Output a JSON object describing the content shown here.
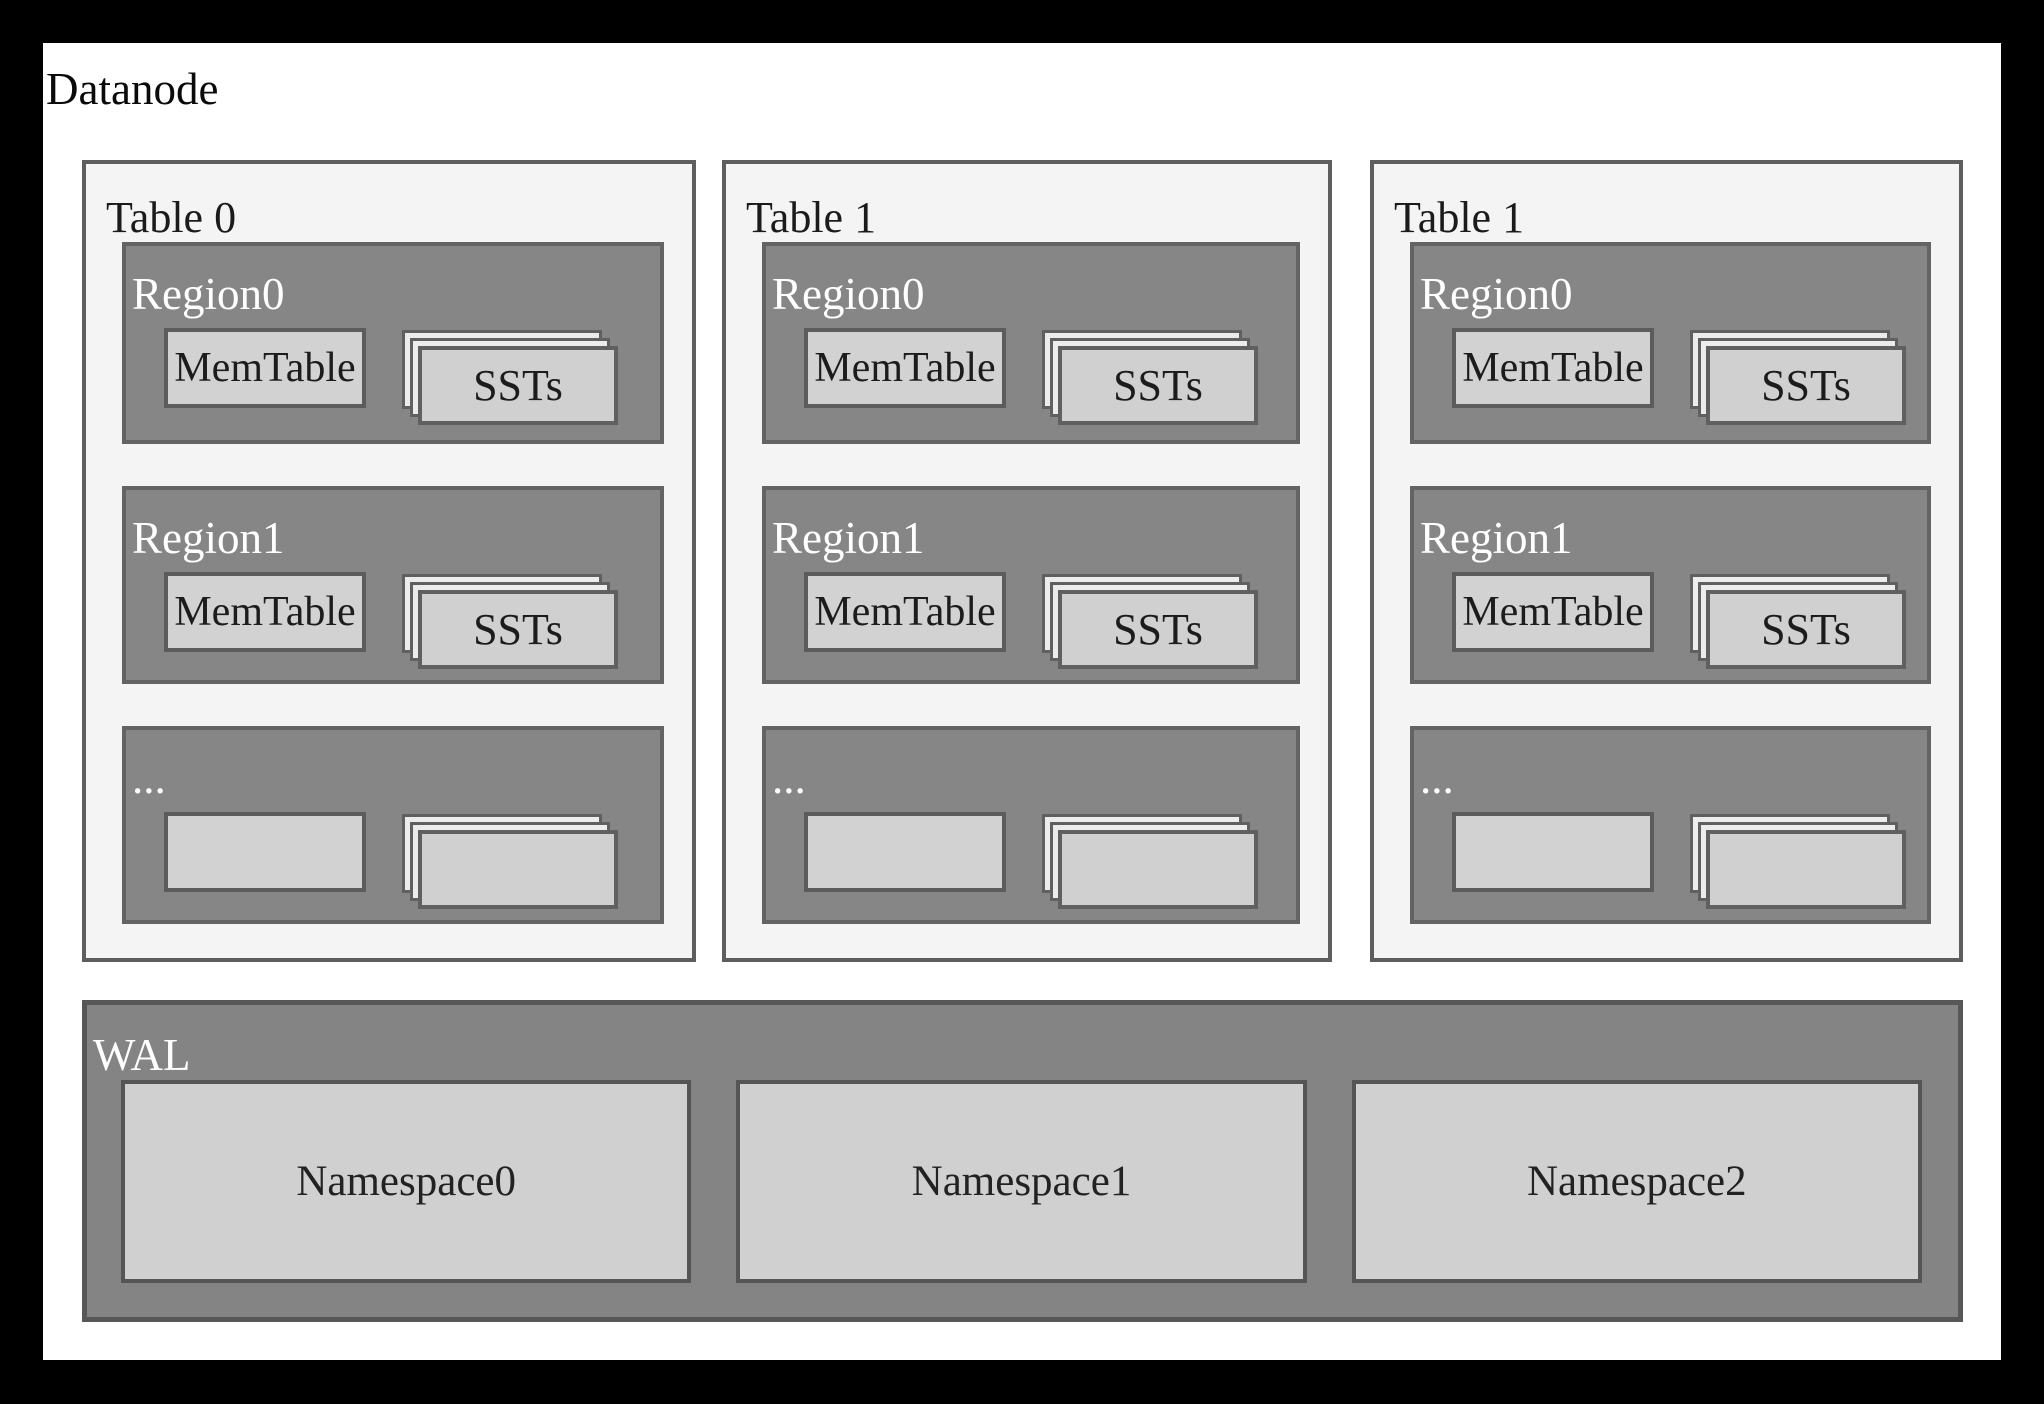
{
  "title": "Datanode",
  "tables": [
    {
      "label": "Table 0",
      "regions": [
        {
          "label": "Region0",
          "memtable_label": "MemTable",
          "ssts_label": "SSTs"
        },
        {
          "label": "Region1",
          "memtable_label": "MemTable",
          "ssts_label": "SSTs"
        },
        {
          "label": "...",
          "memtable_label": "",
          "ssts_label": ""
        }
      ]
    },
    {
      "label": "Table 1",
      "regions": [
        {
          "label": "Region0",
          "memtable_label": "MemTable",
          "ssts_label": "SSTs"
        },
        {
          "label": "Region1",
          "memtable_label": "MemTable",
          "ssts_label": "SSTs"
        },
        {
          "label": "...",
          "memtable_label": "",
          "ssts_label": ""
        }
      ]
    },
    {
      "label": "Table 1",
      "regions": [
        {
          "label": "Region0",
          "memtable_label": "MemTable",
          "ssts_label": "SSTs"
        },
        {
          "label": "Region1",
          "memtable_label": "MemTable",
          "ssts_label": "SSTs"
        },
        {
          "label": "...",
          "memtable_label": "",
          "ssts_label": ""
        }
      ]
    }
  ],
  "wal": {
    "label": "WAL",
    "namespaces": [
      {
        "label": "Namespace0"
      },
      {
        "label": "Namespace1"
      },
      {
        "label": "Namespace2"
      }
    ]
  },
  "colors": {
    "frame": "#000000",
    "panel": "#ffffff",
    "table_bg": "#f4f4f4",
    "table_border": "#5e5e5e",
    "region_bg": "#868686",
    "region_border": "#636363",
    "inner_box_bg": "#d2d2d2",
    "inner_box_border": "#5c5c5c",
    "stack_back_bg": "#ececec",
    "wal_bg": "#848484",
    "wal_border": "#575757",
    "text_dark": "#1b1b1b",
    "text_light": "#ffffff"
  }
}
